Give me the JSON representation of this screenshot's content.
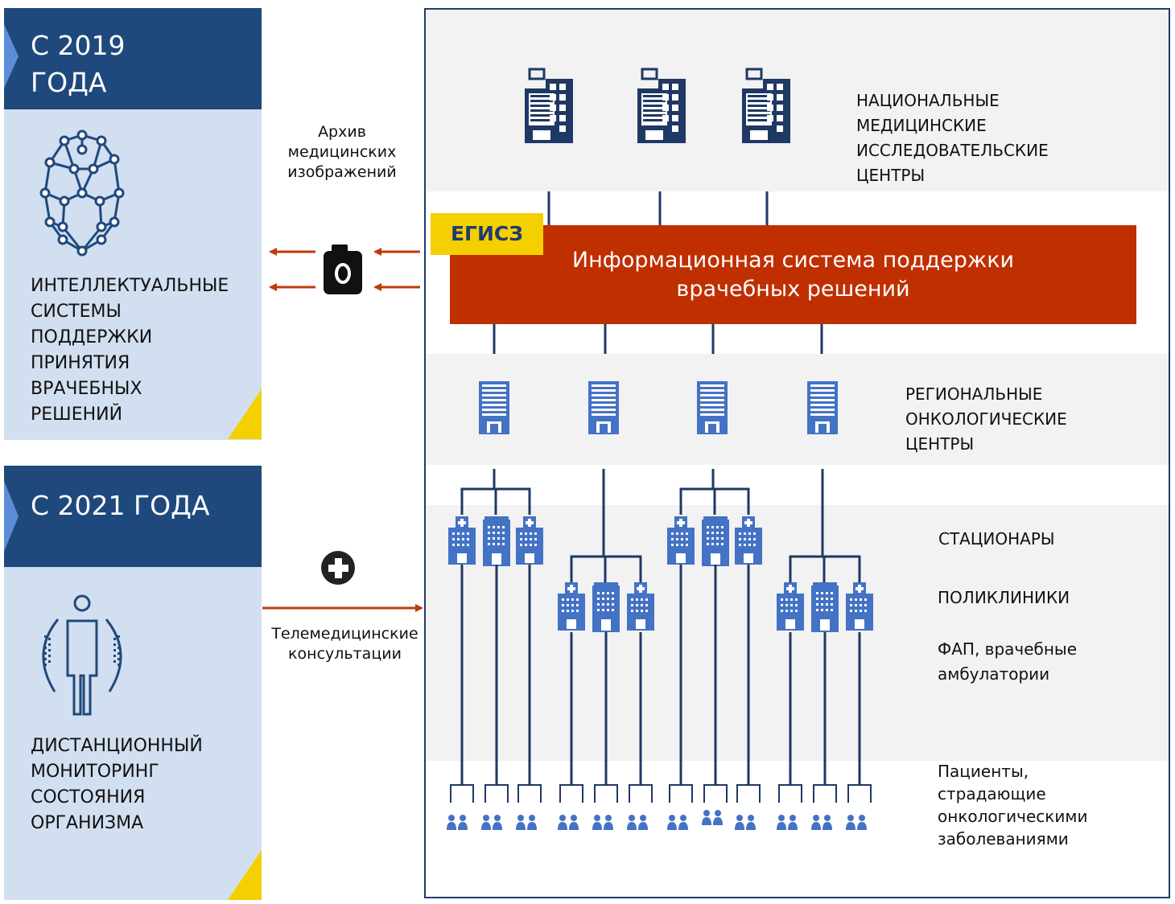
{
  "panels": {
    "panel_2019": {
      "header": "С 2019\nГОДА",
      "title": "ИНТЕЛЛЕКТУАЛЬНЫЕ\nСИСТЕМЫ\nПОДДЕРЖКИ\nПРИНЯТИЯ\nВРАЧЕБНЫХ\nРЕШЕНИЙ"
    },
    "panel_2021": {
      "header": "С 2021 ГОДА",
      "title": "ДИСТАНЦИОННЫЙ\nМОНИТОРИНГ\nСОСТОЯНИЯ\nОРГАНИЗМА"
    }
  },
  "labels": {
    "archive": "Архив\nмедицинских\nизображений",
    "telemed": "Телемедицинские\nконсультации",
    "egisz": "ЕГИСЗ",
    "system": "Информационная система поддержки\nврачебных решений",
    "national_centers": "НАЦИОНАЛЬНЫЕ\nМЕДИЦИНСКИЕ\nИССЛЕДОВАТЕЛЬСКИЕ\nЦЕНТРЫ",
    "regional_centers": "РЕГИОНАЛЬНЫЕ\nОНКОЛОГИЧЕСКИЕ\nЦЕНТРЫ",
    "hospitals": "СТАЦИОНАРЫ",
    "polyclinics": "ПОЛИКЛИНИКИ",
    "fap": "ФАП, врачебные\nамбулатории",
    "patients": "Пациенты,\nстрадающие\nонкологическими\nзаболеваниями"
  },
  "icons": {
    "network": "neural-network-icon",
    "person": "remote-monitoring-person-icon",
    "camera": "camera-icon",
    "plus": "medical-plus-icon",
    "building_large": "office-building-icon",
    "building_small": "clinic-building-icon",
    "hospital": "hospital-building-icon",
    "patients": "patient-group-icon"
  },
  "colors": {
    "navy": "#1f497d",
    "panel": "#d2dff0",
    "band": "#f2f2f2",
    "red": "#bf2f00",
    "yellow": "#f5d000",
    "icon_blue": "#4472c4",
    "line_dark": "#1f3864",
    "arrow": "#c0390b"
  }
}
